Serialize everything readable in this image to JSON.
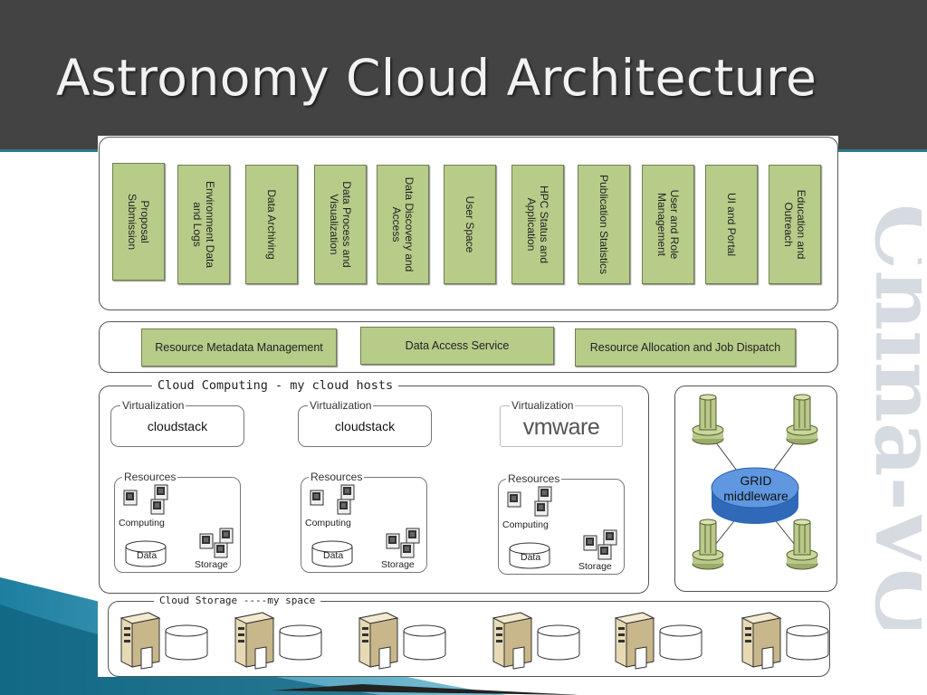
{
  "slide": {
    "title": "Astronomy Cloud Architecture",
    "watermark": "China-VO"
  },
  "colors": {
    "header": "#434343",
    "box_fill": "#b8cc8a",
    "box_border": "#6f7f50",
    "grid_disk": "#4a86d4",
    "grid_node": "#b9c98a"
  },
  "applications": [
    "Proposal\nSubmission",
    "Environment Data\nand Logs",
    "Data Archiving",
    "Data Process and\nVisualization",
    "Data Discovery and\nAccess",
    "User Space",
    "HPC Status and\nApplication",
    "Publication Statistics",
    "User and Role\nManagement",
    "UI and Portal",
    "Education and\nOutreach"
  ],
  "services": [
    "Resource Metadata Management",
    "Data Access Service",
    "Resource Allocation and Job Dispatch"
  ],
  "cloud_computing": {
    "label": "Cloud Computing - my cloud hosts",
    "hosts": [
      {
        "virt_label": "Virtualization",
        "platform": "cloudstack",
        "res_label": "Resources",
        "computing": "Computing",
        "data": "Data",
        "storage": "Storage"
      },
      {
        "virt_label": "Virtualization",
        "platform": "cloudstack",
        "res_label": "Resources",
        "computing": "Computing",
        "data": "Data",
        "storage": "Storage"
      },
      {
        "virt_label": "Virtualization",
        "platform": "vmware",
        "res_label": "Resources",
        "computing": "Computing",
        "data": "Data",
        "storage": "Storage"
      }
    ]
  },
  "grid": {
    "line1": "GRID",
    "line2": "middleware"
  },
  "cloud_storage": {
    "label": "Cloud Storage ----my space",
    "nodes": 6
  }
}
